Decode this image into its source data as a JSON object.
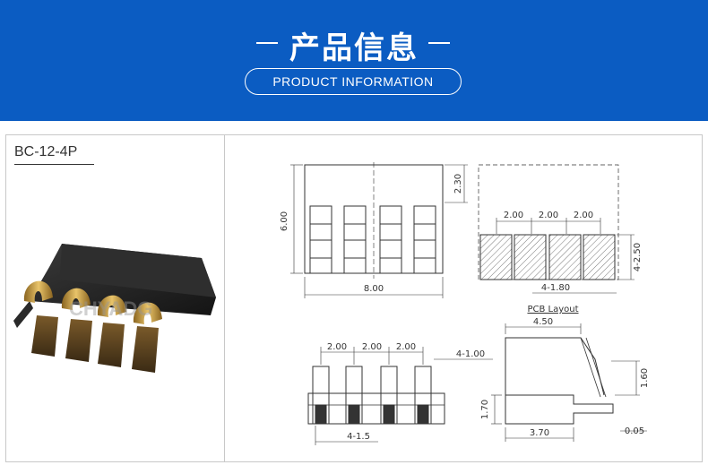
{
  "header": {
    "title": "产品信息",
    "subtitle": "PRODUCT INFORMATION"
  },
  "product": {
    "model": "BC-12-4P",
    "watermark": "CHYADG"
  },
  "drawing": {
    "top_view": {
      "height": "6.00",
      "width": "8.00",
      "upper_height": "2.30"
    },
    "pcb_layout": {
      "pitch_1": "2.00",
      "pitch_2": "2.00",
      "pitch_3": "2.00",
      "pad_height": "4-2.50",
      "pad_width": "4-1.80",
      "caption": "PCB Layout"
    },
    "front_view": {
      "pitch_1": "2.00",
      "pitch_2": "2.00",
      "pitch_3": "2.00",
      "contact_width": "4-1.00",
      "pin_width": "4-1.5"
    },
    "side_view": {
      "top_length": "4.50",
      "spring_height": "1.60",
      "body_height": "1.70",
      "base_length": "3.70",
      "pin_thickness": "0.05"
    }
  },
  "colors": {
    "banner": "#0b5cc2",
    "line": "#333333",
    "gold": "#c9a043"
  }
}
